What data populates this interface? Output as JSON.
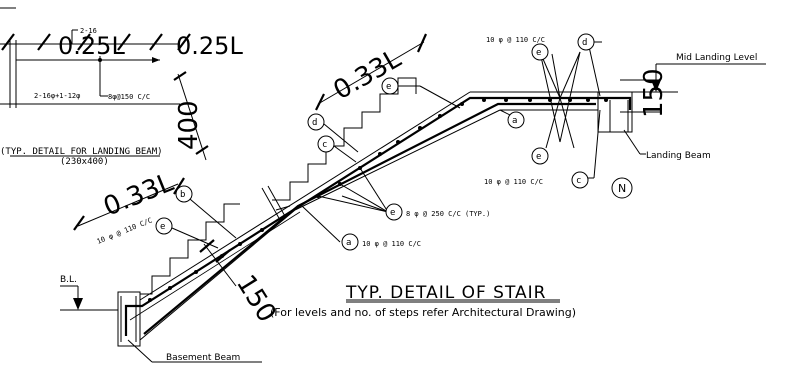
{
  "landing_beam": {
    "top_bar": "2-16",
    "bottom_bar": "2-16φ+1-12φ",
    "stirrup": "8φ@150 C/C",
    "caption": "(TYP. DETAIL FOR LANDING BEAM)",
    "size": "(230x400)",
    "left_mark": "0.25L",
    "right_mark": "0.25L",
    "depth": "400"
  },
  "stair": {
    "title": "TYP. DETAIL OF STAIR",
    "subtitle": "(For levels and no. of steps refer Architectural Drawing)",
    "dim_upper_left": "0.33L",
    "dim_lower_left": "0.33L",
    "dim_lower_thickness": "150",
    "dim_landing_thickness": "150",
    "top_note": "10 φ @ 110 C/C",
    "mid_right_note": "10 φ @ 110 C/C",
    "left_note": "10 φ @ 110 C/C",
    "a_note": "10 φ @ 110 C/C",
    "e_note": "8 φ @ 250 C/C (TYP.)",
    "mid_landing_level": "Mid Landing Level",
    "landing_beam_label": "Landing Beam",
    "basement_beam_label": "Basement Beam",
    "bl_label": "B.L.",
    "north_label": "N"
  },
  "bubbles": {
    "a": "a",
    "b": "b",
    "c": "c",
    "d": "d",
    "e": "e"
  }
}
